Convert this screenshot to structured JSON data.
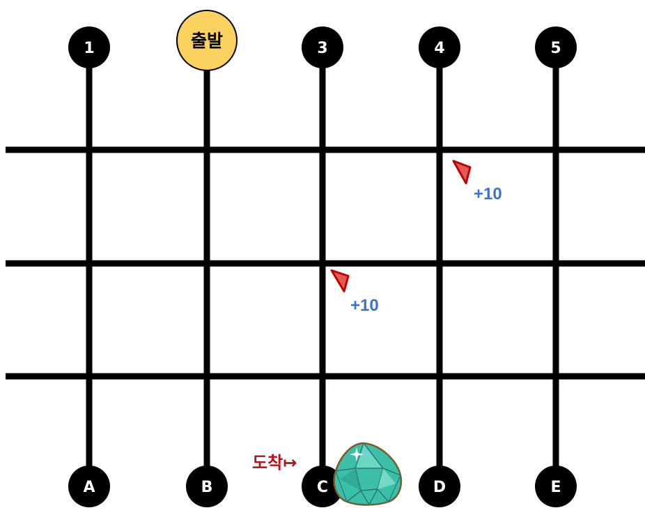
{
  "top_nodes": [
    {
      "label": "1",
      "style": "dark"
    },
    {
      "label": "출발",
      "style": "start"
    },
    {
      "label": "3",
      "style": "dark"
    },
    {
      "label": "4",
      "style": "dark"
    },
    {
      "label": "5",
      "style": "dark"
    }
  ],
  "bottom_nodes": [
    {
      "label": "A"
    },
    {
      "label": "B"
    },
    {
      "label": "C"
    },
    {
      "label": "D"
    },
    {
      "label": "E"
    }
  ],
  "bonuses": [
    {
      "text": "+10",
      "marker": "red-triangle"
    },
    {
      "text": "+10",
      "marker": "red-triangle"
    }
  ],
  "arrival": {
    "label": "도착↦",
    "icon": "gem-icon"
  },
  "colors": {
    "line": "#000000",
    "node_fill": "#000000",
    "node_text": "#ffffff",
    "start_fill": "#fbd160",
    "bonus_text": "#3b73d4",
    "marker": "#e35a50",
    "arrival_text": "#b5111a",
    "gem": "#3cbfa8"
  }
}
